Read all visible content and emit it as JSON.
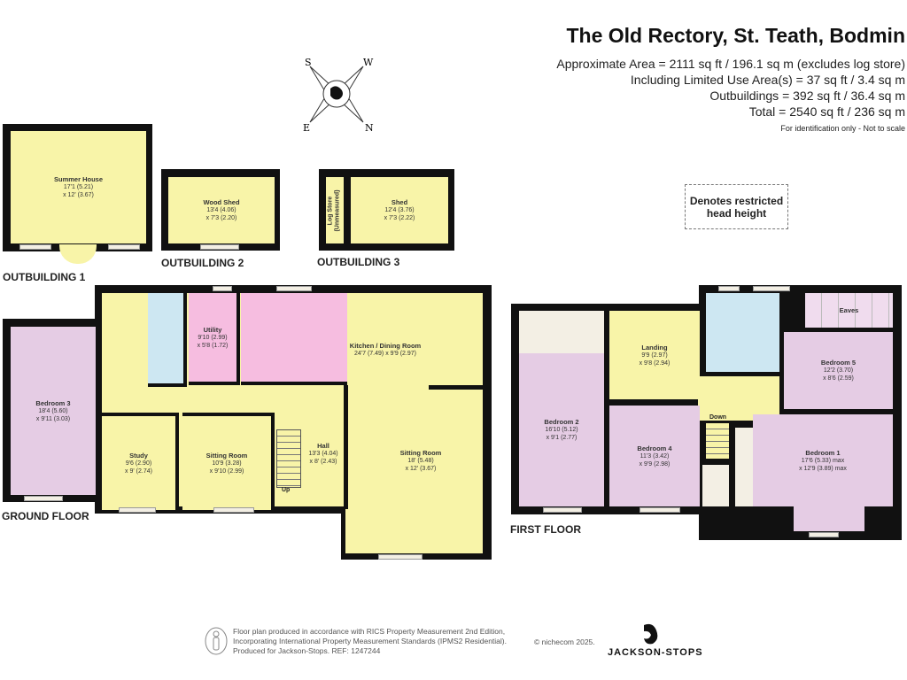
{
  "header": {
    "title": "The Old Rectory, St. Teath, Bodmin",
    "areas": [
      "Approximate Area = 2111 sq ft / 196.1 sq m (excludes log store)",
      "Including Limited Use Area(s) = 37 sq ft / 3.4 sq m",
      "Outbuildings = 392 sq ft / 36.4 sq m",
      "Total = 2540 sq ft / 236 sq m"
    ],
    "note": "For identification only - Not to scale"
  },
  "compass": {
    "labels": [
      "S",
      "W",
      "E",
      "N"
    ]
  },
  "legend": {
    "line1": "Denotes restricted",
    "line2": "head height"
  },
  "outbuildings": {
    "ob1": {
      "label": "OUTBUILDING 1",
      "room": {
        "name": "Summer House",
        "dim1": "17'1 (5.21)",
        "dim2": "x 12' (3.67)"
      }
    },
    "ob2": {
      "label": "OUTBUILDING 2",
      "room": {
        "name": "Wood Shed",
        "dim1": "13'4 (4.06)",
        "dim2": "x 7'3 (2.20)"
      }
    },
    "ob3": {
      "label": "OUTBUILDING 3",
      "log": {
        "name": "Log Store",
        "sub": "(Unmeasured)"
      },
      "room": {
        "name": "Shed",
        "dim1": "12'4 (3.76)",
        "dim2": "x 7'3 (2.22)"
      }
    }
  },
  "ground": {
    "label": "GROUND FLOOR",
    "bedroom3": {
      "name": "Bedroom 3",
      "dim1": "18'4 (5.60)",
      "dim2": "x 9'11 (3.03)"
    },
    "utility": {
      "name": "Utility",
      "dim1": "9'10 (2.99)",
      "dim2": "x 5'8 (1.72)"
    },
    "kitchen": {
      "name": "Kitchen / Dining Room",
      "dim1": "24'7 (7.49) x 9'9 (2.97)"
    },
    "study": {
      "name": "Study",
      "dim1": "9'6 (2.90)",
      "dim2": "x 9' (2.74)"
    },
    "sitting1": {
      "name": "Sitting Room",
      "dim1": "10'9 (3.28)",
      "dim2": "x 9'10 (2.99)"
    },
    "hall": {
      "name": "Hall",
      "dim1": "13'3 (4.04)",
      "dim2": "x 8' (2.43)"
    },
    "stairs": "Up",
    "sitting2": {
      "name": "Sitting Room",
      "dim1": "18' (5.48)",
      "dim2": "x 12' (3.67)"
    }
  },
  "first": {
    "label": "FIRST FLOOR",
    "bedroom2": {
      "name": "Bedroom 2",
      "dim1": "16'10 (5.12)",
      "dim2": "x 9'1 (2.77)"
    },
    "landing": {
      "name": "Landing",
      "dim1": "9'9 (2.97)",
      "dim2": "x 9'8 (2.94)"
    },
    "eaves": "Eaves",
    "bedroom5": {
      "name": "Bedroom 5",
      "dim1": "12'2 (3.70)",
      "dim2": "x 8'6 (2.59)"
    },
    "bedroom4": {
      "name": "Bedroom 4",
      "dim1": "11'3 (3.42)",
      "dim2": "x 9'9 (2.98)"
    },
    "stairs": "Down",
    "bedroom1": {
      "name": "Bedroom 1",
      "dim1": "17'6 (5.33) max",
      "dim2": "x 12'9 (3.89) max"
    }
  },
  "footer": {
    "lines": [
      "Floor plan produced in accordance with RICS Property Measurement 2nd Edition,",
      "Incorporating International Property Measurement Standards (IPMS2 Residential).",
      "Produced for Jackson-Stops.   REF: 1247244"
    ],
    "copyright": "© nichecom 2025.",
    "brand": "JACKSON-STOPS"
  }
}
